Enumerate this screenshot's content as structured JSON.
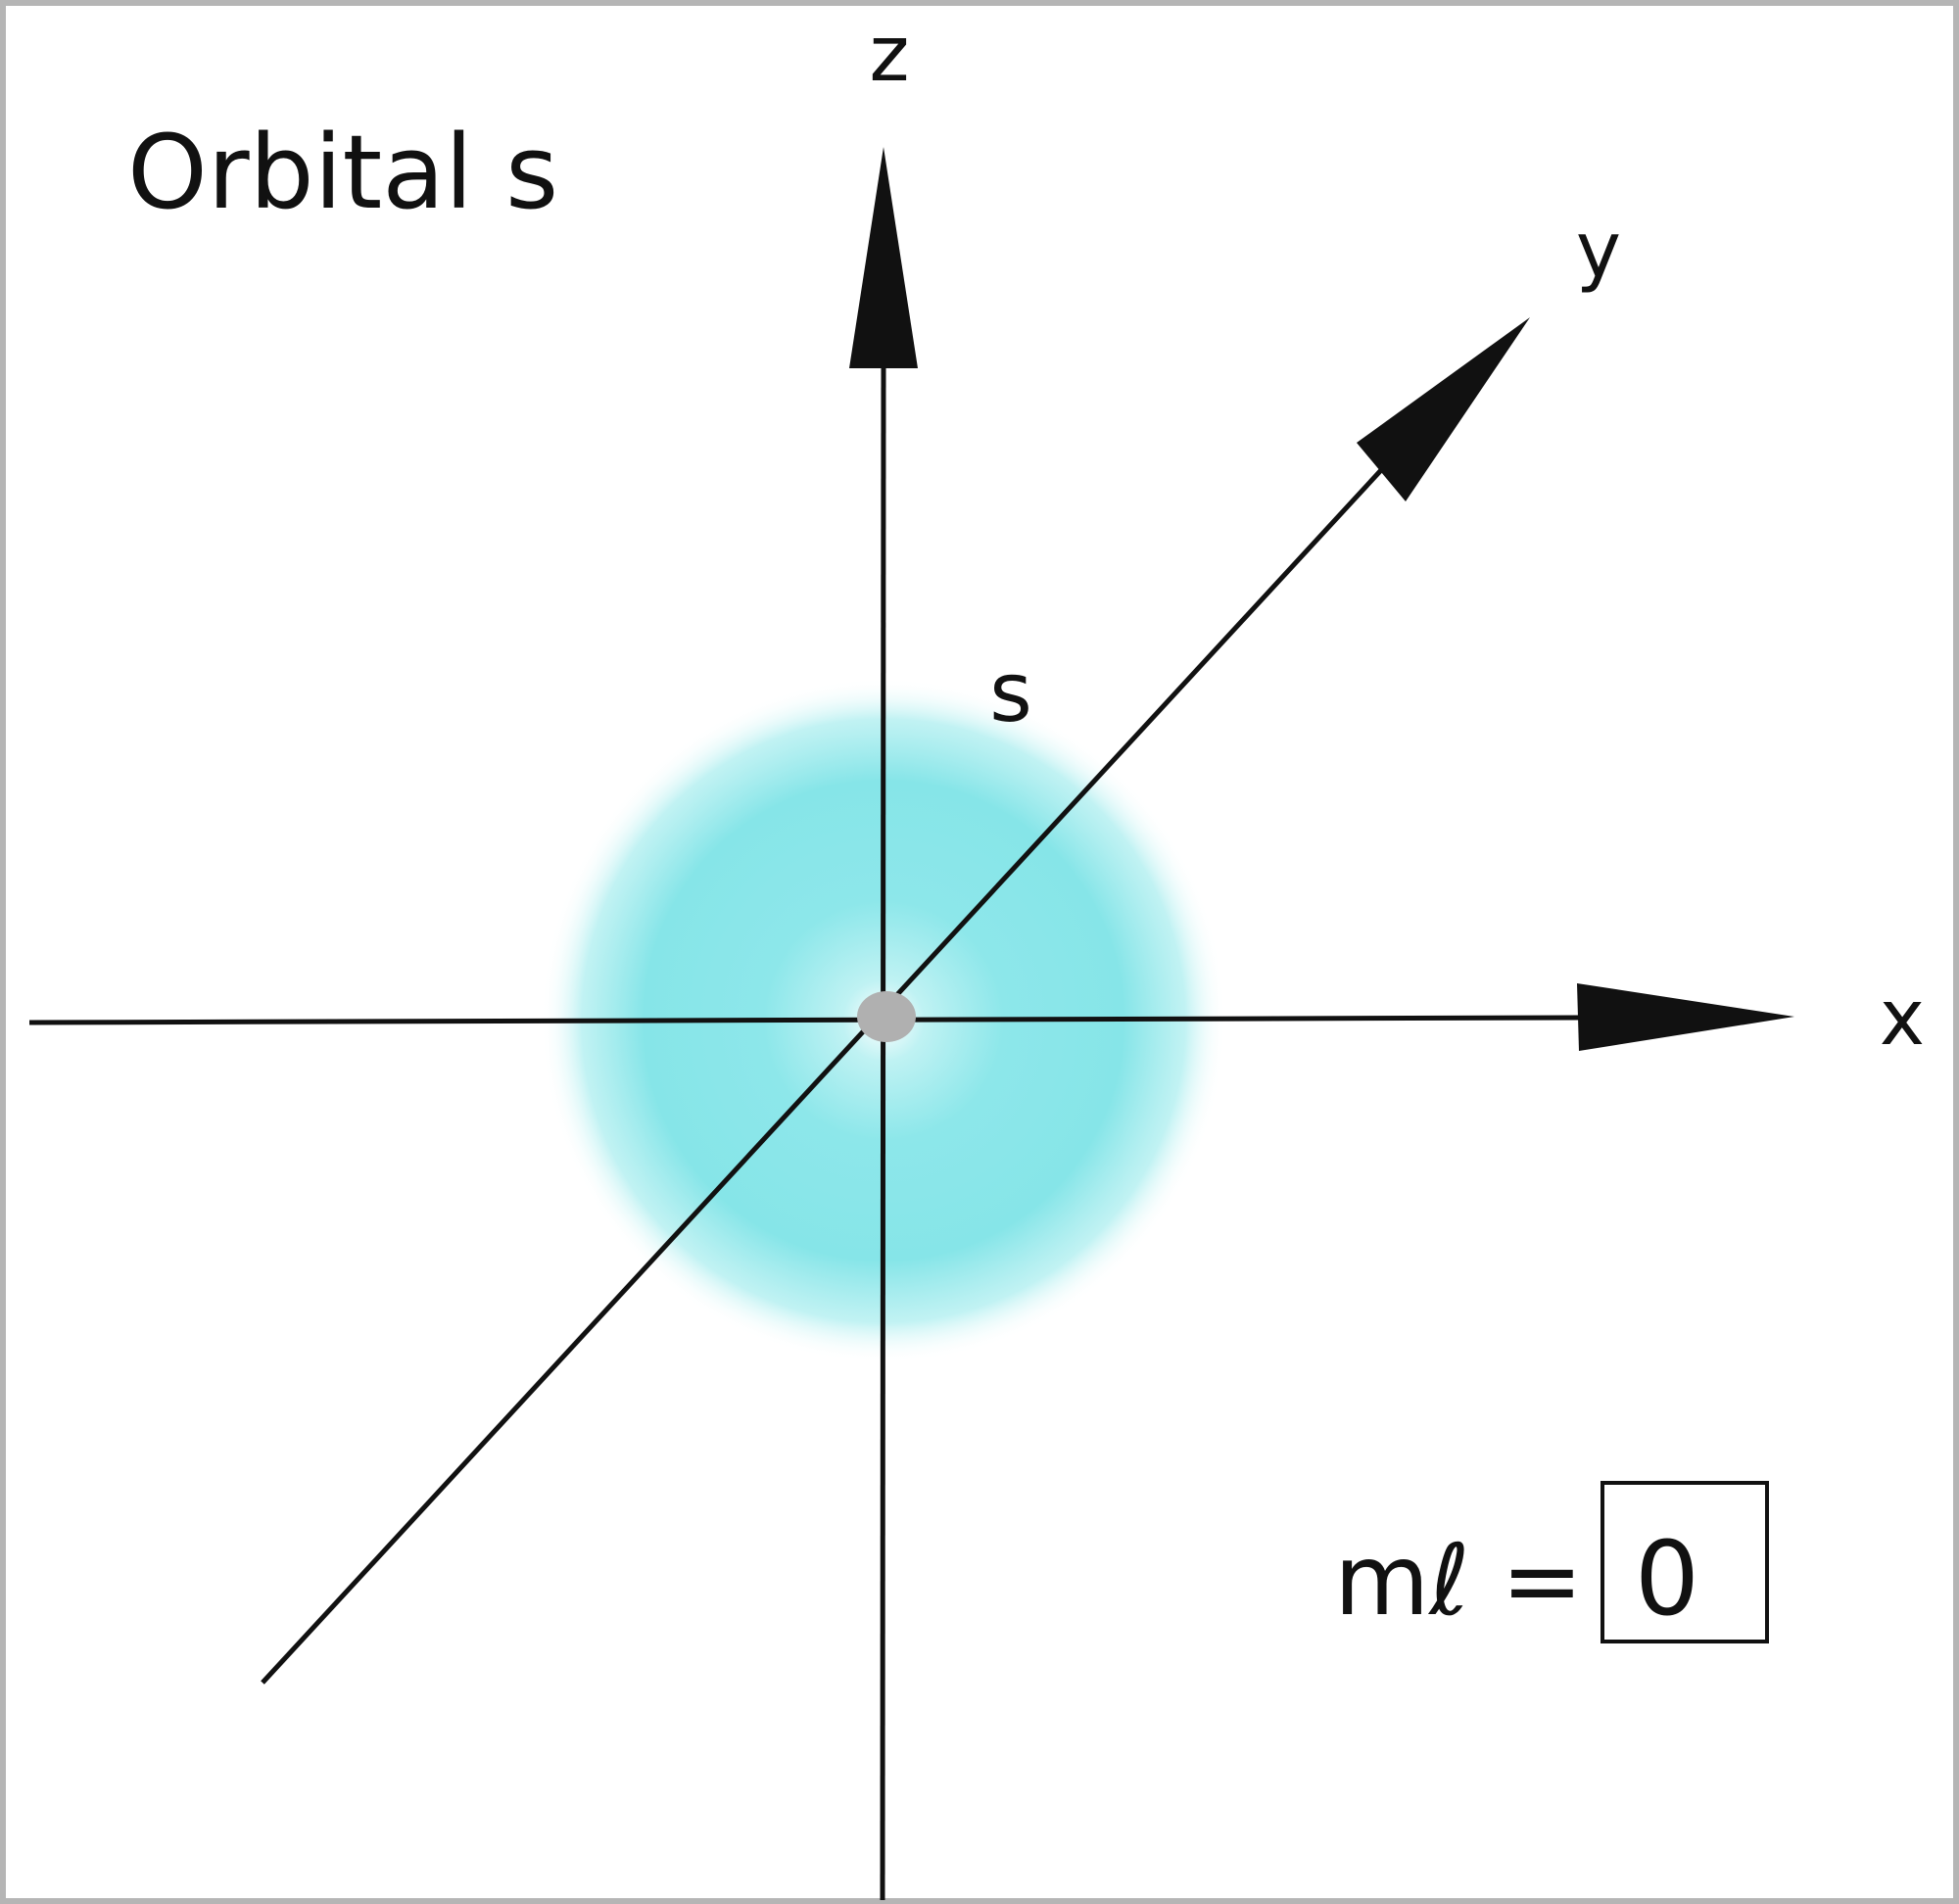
{
  "title": "Orbital s",
  "axes": {
    "x_label": "x",
    "y_label": "y",
    "z_label": "z"
  },
  "orbital_label": "s",
  "quantum_number": {
    "label": "mℓ =",
    "value": "0"
  },
  "colors": {
    "orbital_fill": "#7fe3e6",
    "nucleus": "#b0b0b0",
    "axis": "#111111",
    "border": "#b5b5b5"
  }
}
